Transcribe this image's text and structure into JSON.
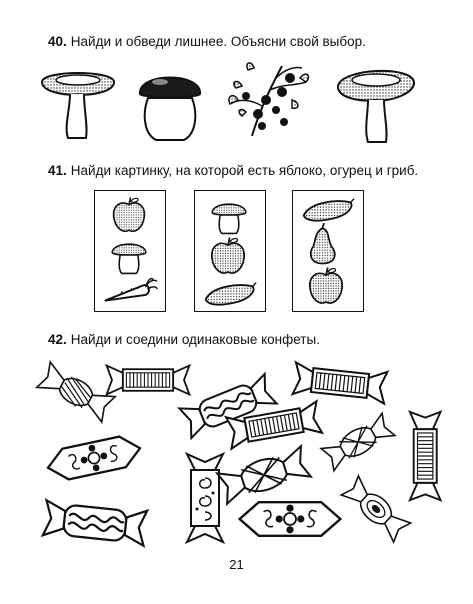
{
  "tasks": [
    {
      "number": "40.",
      "text": "Найди и обведи лишнее. Объясни свой выбор."
    },
    {
      "number": "41.",
      "text": "Найди картинку, на которой есть яблоко, огурец и гриб."
    },
    {
      "number": "42.",
      "text": "Найди и соедини одинаковые конфеты."
    }
  ],
  "page_number": "21"
}
